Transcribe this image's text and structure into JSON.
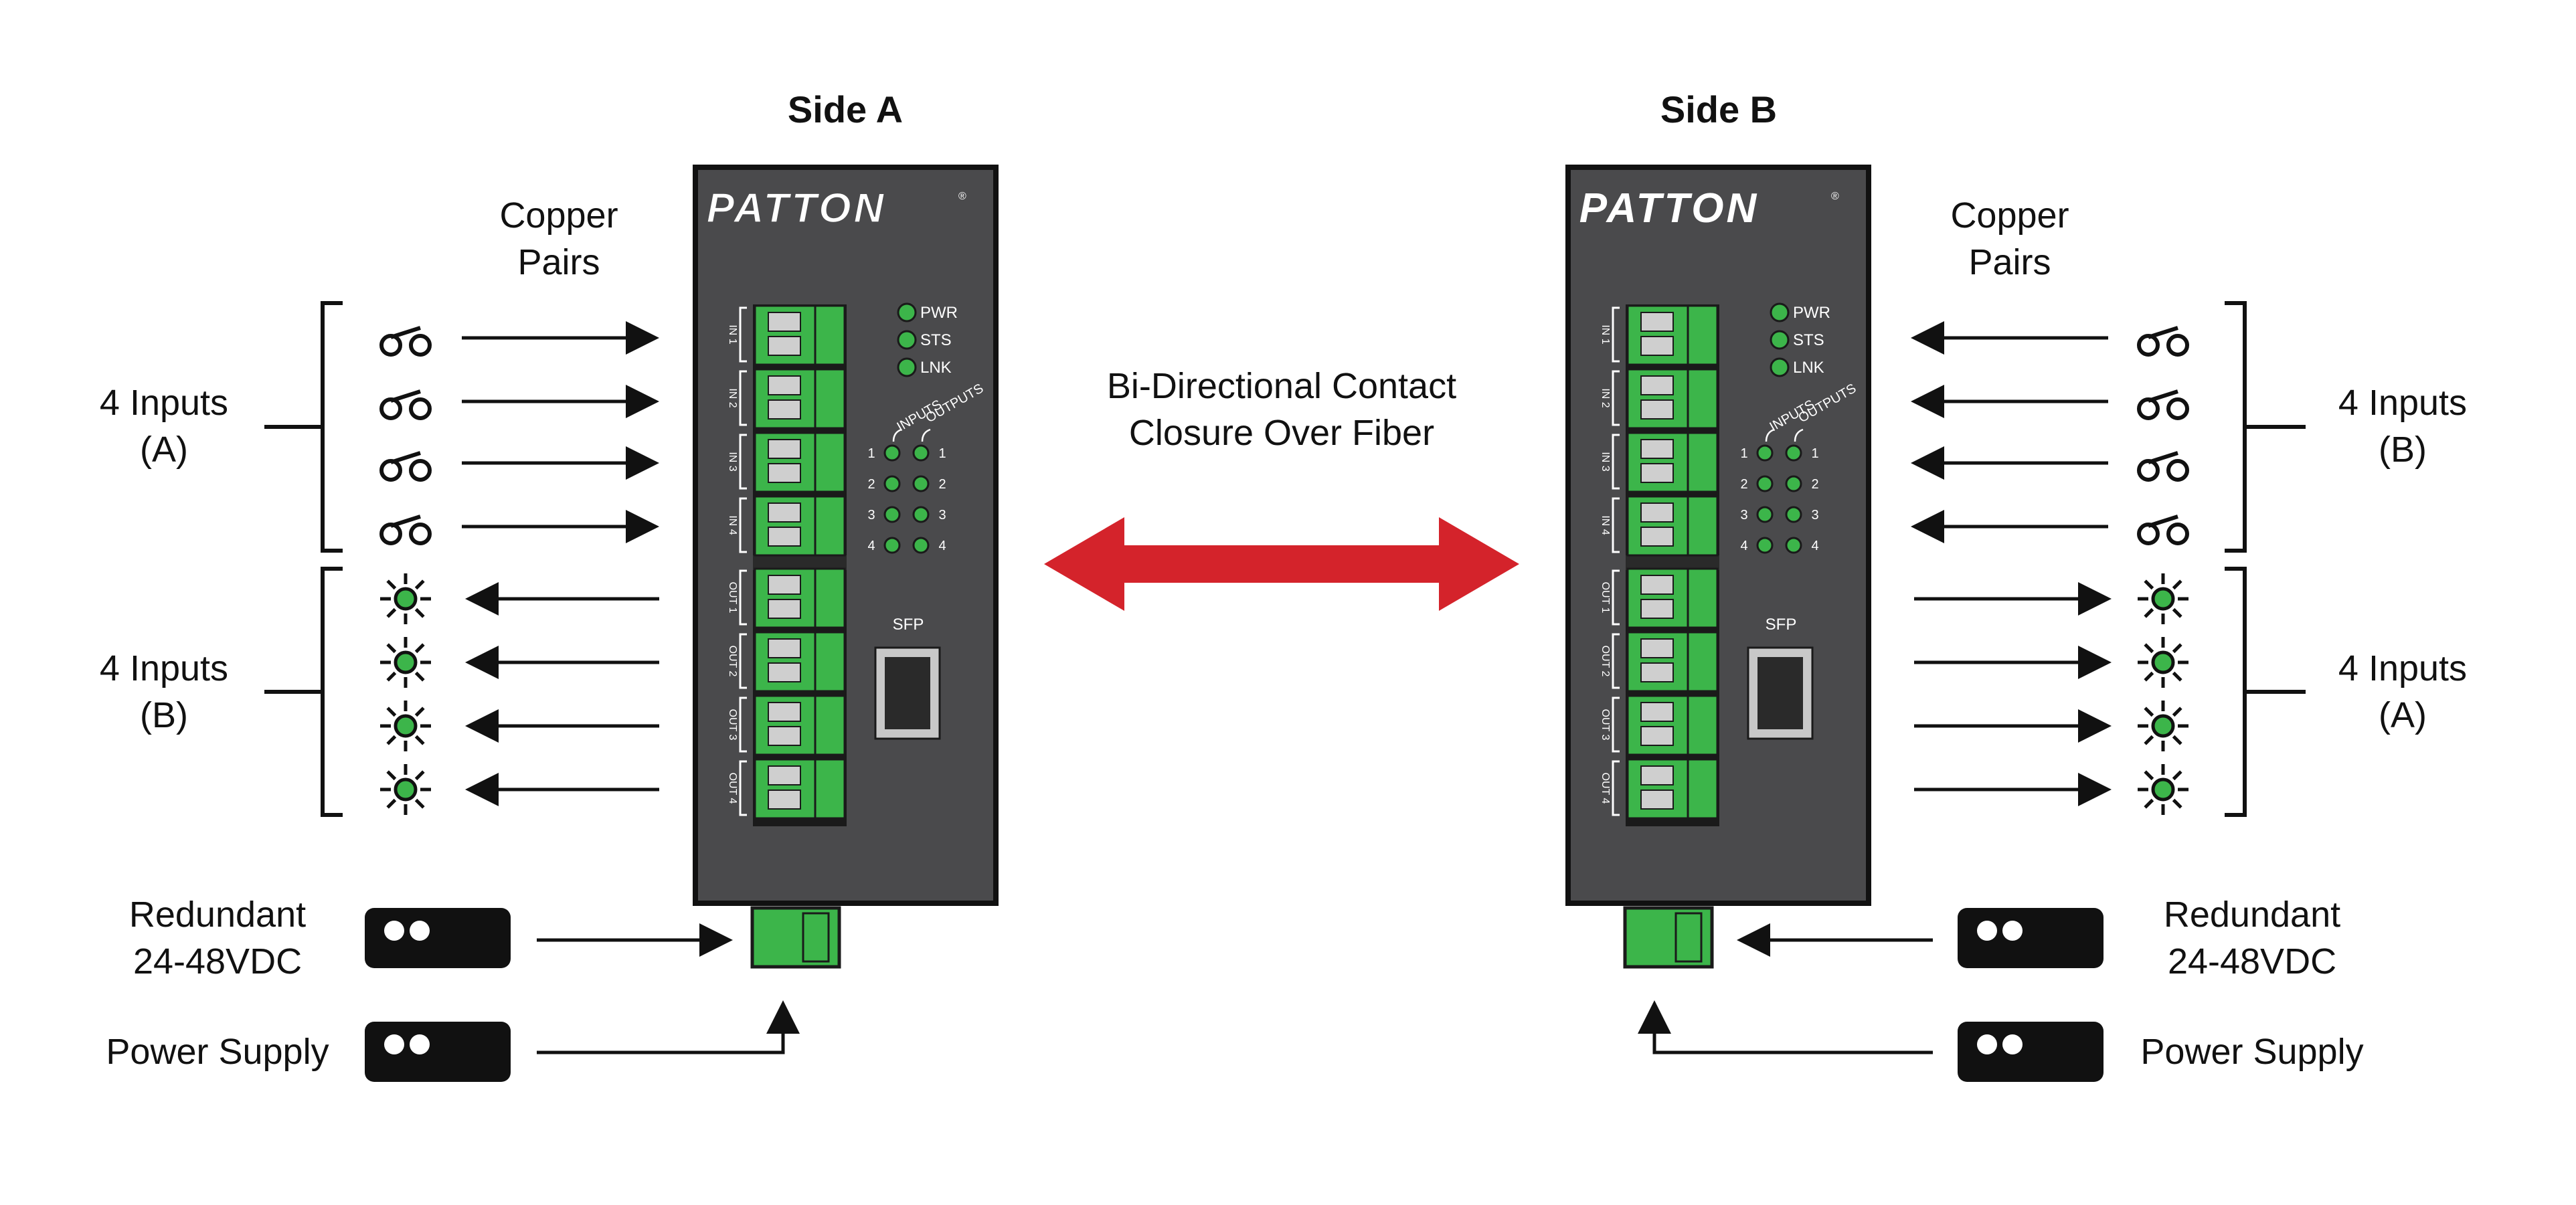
{
  "side_a": {
    "title": "Side A",
    "brand": "PATTON",
    "copper_label": [
      "Copper",
      "Pairs"
    ],
    "inputs_group_label": [
      "4 Inputs",
      "(A)"
    ],
    "outputs_group_label": [
      "4 Inputs",
      "(B)"
    ]
  },
  "side_b": {
    "title": "Side B",
    "brand": "PATTON",
    "copper_label": [
      "Copper",
      "Pairs"
    ],
    "inputs_group_label": [
      "4 Inputs",
      "(B)"
    ],
    "outputs_group_label": [
      "4 Inputs",
      "(A)"
    ]
  },
  "center": {
    "caption": [
      "Bi-Directional Contact",
      "Closure Over Fiber"
    ],
    "arrow_color": "#d4232b"
  },
  "power": {
    "redundant": [
      "Redundant",
      "24-48VDC"
    ],
    "supply": "Power Supply"
  },
  "device": {
    "leds": [
      "PWR",
      "STS",
      "LNK"
    ],
    "io_heading_inputs": "INPUTS",
    "io_heading_outputs": "OUTPUTS",
    "io_numbers": [
      "1",
      "2",
      "3",
      "4"
    ],
    "terminal_labels": [
      "IN 1",
      "IN 2",
      "IN 3",
      "IN 4",
      "OUT 1",
      "OUT 2",
      "OUT 3",
      "OUT 4"
    ],
    "sfp_label": "SFP",
    "body_color": "#4a4a4c",
    "terminal_color": "#3cb54a",
    "led_color": "#3cb54a"
  }
}
